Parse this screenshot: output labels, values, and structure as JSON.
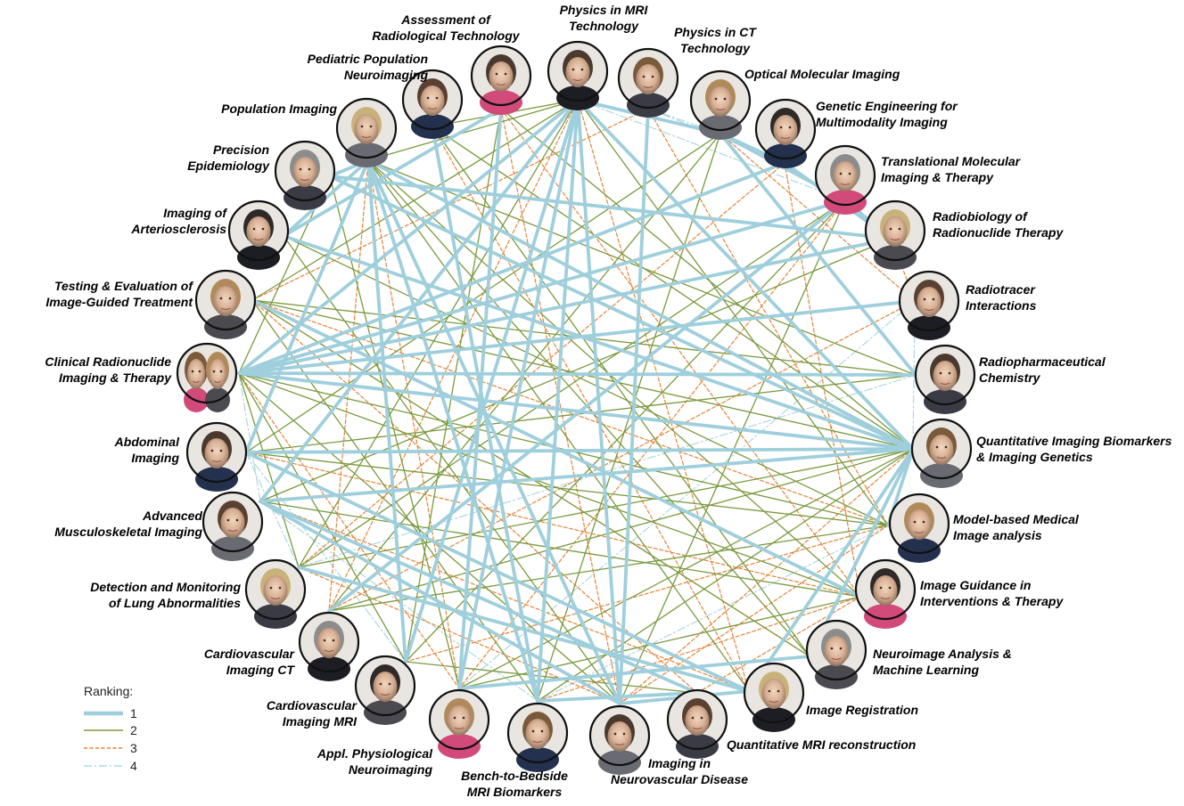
{
  "legend": {
    "title": "Ranking:",
    "items": [
      {
        "label": "1",
        "color": "#9fcfdc",
        "style": "solid-thick"
      },
      {
        "label": "2",
        "color": "#7a9a3e",
        "style": "solid"
      },
      {
        "label": "3",
        "color": "#e3843b",
        "style": "dashed"
      },
      {
        "label": "4",
        "color": "#9fcfdc",
        "style": "dashdot"
      }
    ]
  },
  "nodes": [
    {
      "id": "physics-mri",
      "lines": [
        "Physics in MRI",
        "Technology"
      ]
    },
    {
      "id": "physics-ct",
      "lines": [
        "Physics in CT",
        "Technology"
      ]
    },
    {
      "id": "optical",
      "lines": [
        "Optical Molecular Imaging"
      ]
    },
    {
      "id": "genetic",
      "lines": [
        "Genetic Engineering for",
        "Multimodality Imaging"
      ]
    },
    {
      "id": "translational",
      "lines": [
        "Translational Molecular",
        "Imaging & Therapy"
      ]
    },
    {
      "id": "radiobiology",
      "lines": [
        "Radiobiology of",
        "Radionuclide Therapy"
      ]
    },
    {
      "id": "radiotracer",
      "lines": [
        "Radiotracer",
        "Interactions"
      ]
    },
    {
      "id": "radiopharm",
      "lines": [
        "Radiopharmaceutical",
        "Chemistry"
      ]
    },
    {
      "id": "qib",
      "lines": [
        "Quantitative Imaging Biomarkers",
        "& Imaging Genetics"
      ]
    },
    {
      "id": "model-based",
      "lines": [
        "Model-based Medical",
        "Image analysis"
      ]
    },
    {
      "id": "image-guidance",
      "lines": [
        "Image Guidance in",
        "Interventions & Therapy"
      ]
    },
    {
      "id": "neuroimage-ml",
      "lines": [
        "Neuroimage Analysis &",
        "Machine Learning"
      ]
    },
    {
      "id": "registration",
      "lines": [
        "Image Registration"
      ]
    },
    {
      "id": "qmri",
      "lines": [
        "Quantitative MRI reconstruction"
      ]
    },
    {
      "id": "neurovascular",
      "lines": [
        "Imaging in",
        "Neurovascular Disease"
      ]
    },
    {
      "id": "bench",
      "lines": [
        "Bench-to-Bedside",
        "MRI Biomarkers"
      ]
    },
    {
      "id": "physio",
      "lines": [
        "Appl. Physiological",
        "Neuroimaging"
      ]
    },
    {
      "id": "cardio-mri",
      "lines": [
        "Cardiovascular",
        "Imaging MRI"
      ]
    },
    {
      "id": "cardio-ct",
      "lines": [
        "Cardiovascular",
        "Imaging CT"
      ]
    },
    {
      "id": "lung",
      "lines": [
        "Detection and Monitoring",
        "of Lung Abnormalities"
      ]
    },
    {
      "id": "msk",
      "lines": [
        "Advanced",
        "Musculoskeletal Imaging"
      ]
    },
    {
      "id": "abdominal",
      "lines": [
        "Abdominal",
        "Imaging"
      ]
    },
    {
      "id": "clinical-radionuclide",
      "lines": [
        "Clinical Radionuclide",
        "Imaging & Therapy"
      ]
    },
    {
      "id": "testing",
      "lines": [
        "Testing & Evaluation of",
        "Image-Guided Treatment"
      ]
    },
    {
      "id": "arteriosclerosis",
      "lines": [
        "Imaging of",
        "Arteriosclerosis"
      ]
    },
    {
      "id": "epidemiology",
      "lines": [
        "Precision",
        "Epidemiology"
      ]
    },
    {
      "id": "population",
      "lines": [
        "Population  Imaging"
      ]
    },
    {
      "id": "pediatric",
      "lines": [
        "Pediatric Population",
        "Neuroimaging"
      ]
    },
    {
      "id": "assessment",
      "lines": [
        "Assessment of",
        "Radiological Technology"
      ]
    }
  ],
  "edges": [
    [
      1,
      0,
      "physics-mri",
      "optical"
    ],
    [
      1,
      0,
      "physics-mri",
      "qib"
    ],
    [
      1,
      0,
      "physics-mri",
      "bench"
    ],
    [
      1,
      0,
      "physics-mri",
      "neurovascular"
    ],
    [
      1,
      0,
      "physics-mri",
      "physio"
    ],
    [
      1,
      0,
      "physics-mri",
      "cardio-mri"
    ],
    [
      1,
      0,
      "physics-mri",
      "clinical-radionuclide"
    ],
    [
      1,
      0,
      "physics-mri",
      "msk"
    ],
    [
      1,
      0,
      "population",
      "epidemiology"
    ],
    [
      1,
      0,
      "population",
      "arteriosclerosis"
    ],
    [
      1,
      0,
      "population",
      "qib"
    ],
    [
      1,
      0,
      "population",
      "neurovascular"
    ],
    [
      1,
      0,
      "population",
      "cardio-mri"
    ],
    [
      1,
      0,
      "population",
      "bench"
    ],
    [
      1,
      0,
      "population",
      "abdominal"
    ],
    [
      1,
      0,
      "clinical-radionuclide",
      "radiopharm"
    ],
    [
      1,
      0,
      "clinical-radionuclide",
      "radiotracer"
    ],
    [
      1,
      0,
      "clinical-radionuclide",
      "radiobiology"
    ],
    [
      1,
      0,
      "clinical-radionuclide",
      "translational"
    ],
    [
      1,
      0,
      "clinical-radionuclide",
      "qib"
    ],
    [
      1,
      0,
      "clinical-radionuclide",
      "genetic"
    ],
    [
      1,
      0,
      "optical",
      "genetic"
    ],
    [
      1,
      0,
      "optical",
      "translational"
    ],
    [
      1,
      0,
      "optical",
      "radiopharm"
    ],
    [
      1,
      0,
      "translational",
      "radiobiology"
    ],
    [
      1,
      0,
      "genetic",
      "radiobiology"
    ],
    [
      1,
      0,
      "qib",
      "abdominal"
    ],
    [
      1,
      0,
      "qib",
      "msk"
    ],
    [
      1,
      0,
      "qib",
      "epidemiology"
    ],
    [
      1,
      0,
      "qib",
      "arteriosclerosis"
    ],
    [
      1,
      0,
      "qib",
      "model-based"
    ],
    [
      1,
      0,
      "qib",
      "neuroimage-ml"
    ],
    [
      1,
      0,
      "qib",
      "registration"
    ],
    [
      1,
      0,
      "msk",
      "qmri"
    ],
    [
      1,
      0,
      "msk",
      "neurovascular"
    ],
    [
      1,
      0,
      "abdominal",
      "registration"
    ],
    [
      1,
      0,
      "testing",
      "image-guidance"
    ],
    [
      1,
      0,
      "lung",
      "registration"
    ],
    [
      1,
      0,
      "cardio-ct",
      "translational"
    ],
    [
      1,
      0,
      "physio",
      "neuroimage-ml"
    ],
    [
      1,
      0,
      "bench",
      "qmri"
    ],
    [
      1,
      0,
      "neurovascular",
      "registration"
    ],
    [
      1,
      0,
      "assessment",
      "arteriosclerosis"
    ],
    [
      1,
      0,
      "assessment",
      "physio"
    ],
    [
      1,
      0,
      "physics-ct",
      "neurovascular"
    ],
    [
      1,
      0,
      "pediatric",
      "bench"
    ],
    [
      1,
      0,
      "epidemiology",
      "radiobiology"
    ],
    [
      2,
      0,
      "physics-mri",
      "population"
    ],
    [
      2,
      0,
      "physics-mri",
      "testing"
    ],
    [
      2,
      0,
      "physics-mri",
      "lung"
    ],
    [
      2,
      0,
      "physics-mri",
      "model-based"
    ],
    [
      2,
      0,
      "physics-mri",
      "pediatric"
    ],
    [
      2,
      0,
      "clinical-radionuclide",
      "image-guidance"
    ],
    [
      2,
      0,
      "clinical-radionuclide",
      "model-based"
    ],
    [
      2,
      0,
      "clinical-radionuclide",
      "lung"
    ],
    [
      2,
      0,
      "clinical-radionuclide",
      "neurovascular"
    ],
    [
      2,
      0,
      "clinical-radionuclide",
      "cardio-mri"
    ],
    [
      2,
      0,
      "clinical-radionuclide",
      "epidemiology"
    ],
    [
      2,
      0,
      "qib",
      "cardio-ct"
    ],
    [
      2,
      0,
      "qib",
      "testing"
    ],
    [
      2,
      0,
      "qib",
      "physio"
    ],
    [
      2,
      0,
      "qib",
      "lung"
    ],
    [
      2,
      0,
      "qib",
      "bench"
    ],
    [
      2,
      0,
      "qib",
      "pediatric"
    ],
    [
      2,
      0,
      "qib",
      "assessment"
    ],
    [
      2,
      0,
      "qib",
      "population"
    ],
    [
      2,
      0,
      "optical",
      "cardio-ct"
    ],
    [
      2,
      0,
      "optical",
      "bench"
    ],
    [
      2,
      0,
      "optical",
      "abdominal"
    ],
    [
      2,
      0,
      "translational",
      "lung"
    ],
    [
      2,
      0,
      "translational",
      "cardio-mri"
    ],
    [
      2,
      0,
      "translational",
      "neurovascular"
    ],
    [
      2,
      0,
      "radiopharm",
      "testing"
    ],
    [
      2,
      0,
      "radiopharm",
      "abdominal"
    ],
    [
      2,
      0,
      "radiobiology",
      "msk"
    ],
    [
      2,
      0,
      "population",
      "image-guidance"
    ],
    [
      2,
      0,
      "population",
      "registration"
    ],
    [
      2,
      0,
      "population",
      "radiopharm"
    ],
    [
      2,
      0,
      "population",
      "neuroimage-ml"
    ],
    [
      2,
      0,
      "model-based",
      "cardio-ct"
    ],
    [
      2,
      0,
      "model-based",
      "arteriosclerosis"
    ],
    [
      2,
      0,
      "model-based",
      "abdominal"
    ],
    [
      2,
      0,
      "image-guidance",
      "msk"
    ],
    [
      2,
      0,
      "image-guidance",
      "physio"
    ],
    [
      2,
      0,
      "neuroimage-ml",
      "testing"
    ],
    [
      2,
      0,
      "neuroimage-ml",
      "pediatric"
    ],
    [
      2,
      0,
      "registration",
      "lung"
    ],
    [
      2,
      0,
      "qmri",
      "cardio-mri"
    ],
    [
      2,
      0,
      "neurovascular",
      "arteriosclerosis"
    ],
    [
      2,
      0,
      "bench",
      "testing"
    ],
    [
      2,
      0,
      "physio",
      "epidemiology"
    ],
    [
      2,
      0,
      "assessment",
      "cardio-mri"
    ],
    [
      3,
      0,
      "physics-mri",
      "registration"
    ],
    [
      3,
      0,
      "physics-mri",
      "cardio-ct"
    ],
    [
      3,
      0,
      "physics-ct",
      "model-based"
    ],
    [
      3,
      0,
      "physics-ct",
      "testing"
    ],
    [
      3,
      0,
      "optical",
      "radiotracer"
    ],
    [
      3,
      0,
      "genetic",
      "image-guidance"
    ],
    [
      3,
      0,
      "genetic",
      "lung"
    ],
    [
      3,
      0,
      "translational",
      "physio"
    ],
    [
      3,
      0,
      "radiobiology",
      "radiotracer"
    ],
    [
      3,
      0,
      "radiotracer",
      "cardio-ct"
    ],
    [
      3,
      0,
      "qib",
      "neurovascular"
    ],
    [
      3,
      0,
      "model-based",
      "cardio-mri"
    ],
    [
      3,
      0,
      "model-based",
      "neurovascular"
    ],
    [
      3,
      0,
      "image-guidance",
      "bench"
    ],
    [
      3,
      0,
      "image-guidance",
      "abdominal"
    ],
    [
      3,
      0,
      "image-guidance",
      "qmri"
    ],
    [
      3,
      0,
      "testing",
      "qmri"
    ],
    [
      3,
      0,
      "testing",
      "neuroimage-ml"
    ],
    [
      3,
      0,
      "testing",
      "model-based"
    ],
    [
      3,
      0,
      "lung",
      "neurovascular"
    ],
    [
      3,
      0,
      "msk",
      "registration"
    ],
    [
      3,
      0,
      "population",
      "cardio-ct"
    ],
    [
      3,
      0,
      "population",
      "bench"
    ],
    [
      3,
      0,
      "population",
      "physio"
    ],
    [
      3,
      0,
      "assessment",
      "neurovascular"
    ],
    [
      3,
      0,
      "assessment",
      "image-guidance"
    ],
    [
      3,
      0,
      "pediatric",
      "registration"
    ],
    [
      3,
      0,
      "clinical-radionuclide",
      "physio"
    ],
    [
      4,
      0,
      "physics-ct",
      "optical"
    ],
    [
      4,
      0,
      "physics-ct",
      "genetic"
    ],
    [
      4,
      0,
      "physics-mri",
      "translational"
    ],
    [
      4,
      0,
      "radiotracer",
      "physio"
    ],
    [
      4,
      0,
      "radiopharm",
      "lung"
    ],
    [
      4,
      0,
      "clinical-radionuclide",
      "msk"
    ],
    [
      4,
      0,
      "abdominal",
      "cardio-mri"
    ],
    [
      4,
      0,
      "abdominal",
      "lung"
    ],
    [
      4,
      0,
      "assessment",
      "qib"
    ],
    [
      4,
      0,
      "qib",
      "radiotracer"
    ],
    [
      4,
      0,
      "msk",
      "bench"
    ],
    [
      4,
      0,
      "model-based",
      "bench"
    ]
  ]
}
